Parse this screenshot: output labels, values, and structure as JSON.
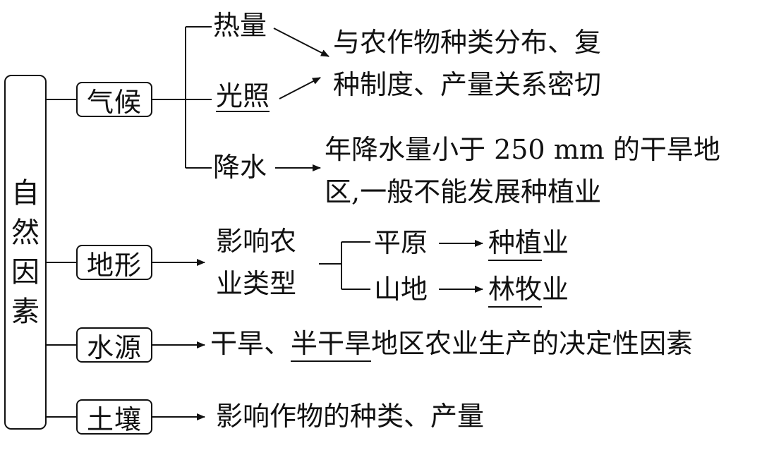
{
  "root": {
    "chars": [
      "自",
      "然",
      "因",
      "素"
    ]
  },
  "climate": {
    "label": "气候",
    "heat": "热量",
    "light": "光照",
    "rain": "降水",
    "heat_light_effect_line1": "与农作物种类分布、复",
    "heat_light_effect_line2": "种制度、产量关系密切",
    "rain_effect_line1": "年降水量小于 250 mm 的干旱地",
    "rain_effect_line2": "区,一般不能发展种植业"
  },
  "terrain": {
    "label": "地形",
    "effect_line1": "影响农",
    "effect_line2": "业类型",
    "plain": "平原",
    "plain_result_underlined": "种植",
    "plain_result_suffix": "业",
    "mountain": "山地",
    "mountain_result_underlined": "林牧",
    "mountain_result_suffix": "业"
  },
  "water": {
    "label": "水源",
    "effect_prefix": "干旱、",
    "effect_underlined": "半干旱",
    "effect_suffix": "地区农业生产的决定性因素"
  },
  "soil": {
    "label": "土壤",
    "effect": "影响作物的种类、产量"
  }
}
